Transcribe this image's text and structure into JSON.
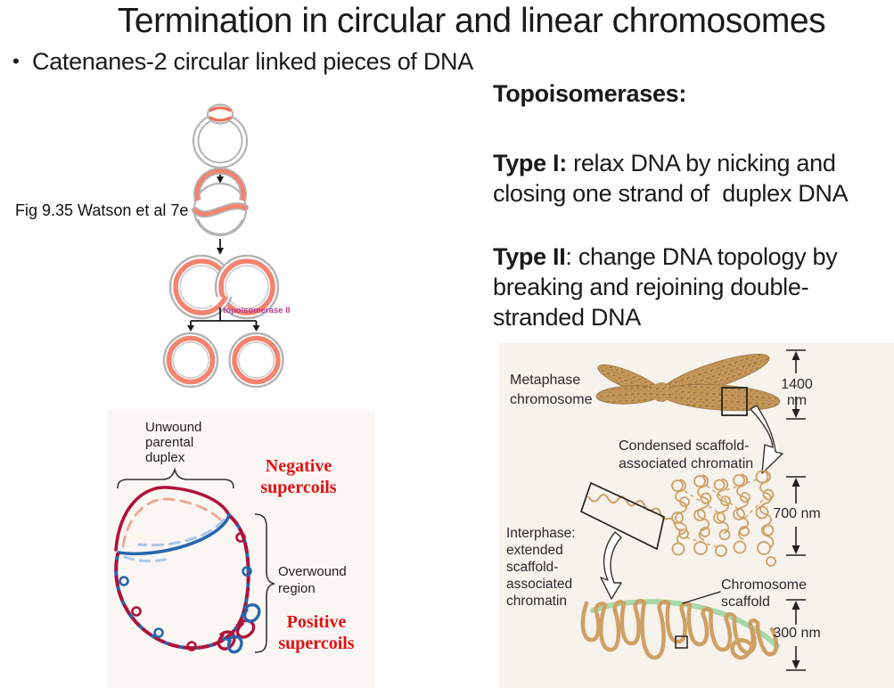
{
  "slide": {
    "title": "Termination in circular and linear chromosomes",
    "bullet_marker": "•",
    "bullet": "Catenanes-2 circular linked pieces of DNA"
  },
  "topo": {
    "heading": "Topoisomerases:",
    "type1_label": "Type I:",
    "type1_line1": " relax DNA by nicking and",
    "type1_line2": "closing one strand of  duplex DNA",
    "type2_label": "Type II",
    "type2_line1": ": change DNA topology by",
    "type2_line2": "breaking and rejoining double-",
    "type2_line3": "stranded DNA"
  },
  "catenane": {
    "caption": "Fig 9.35 Watson et al 7e",
    "enzyme_label": "topoisomerase II",
    "enzyme_label_color": "#b83a8e",
    "ring_gray": "#b4b4b4",
    "ring_salmon": "#f4836f"
  },
  "supercoil": {
    "unwound": [
      "Unwound",
      "parental",
      "duplex"
    ],
    "negative": [
      "Negative",
      "supercoils"
    ],
    "overwound": [
      "Overwound",
      "region"
    ],
    "positive": [
      "Positive",
      "supercoils"
    ],
    "label_red": "#e11212",
    "parental_red": "#b0123a",
    "daughter_blue": "#2666ae",
    "dashed_salmon": "#ecaa98",
    "dashed_blue": "#a9c7e8"
  },
  "chromo": {
    "metaphase": [
      "Metaphase",
      "chromosome"
    ],
    "dim1400": "1400 nm",
    "condensed": [
      "Condensed scaffold-",
      "associated chromatin"
    ],
    "dim700": "700 nm",
    "interphase": [
      "Interphase:",
      "extended",
      "scaffold-",
      "associated",
      "chromatin"
    ],
    "scaffold": [
      "Chromosome",
      "scaffold"
    ],
    "dim300": "300 nm",
    "chromatin_tan": "#c59759",
    "loop_tan": "#cf9f63",
    "scaffold_green": "#a9d8a9"
  }
}
